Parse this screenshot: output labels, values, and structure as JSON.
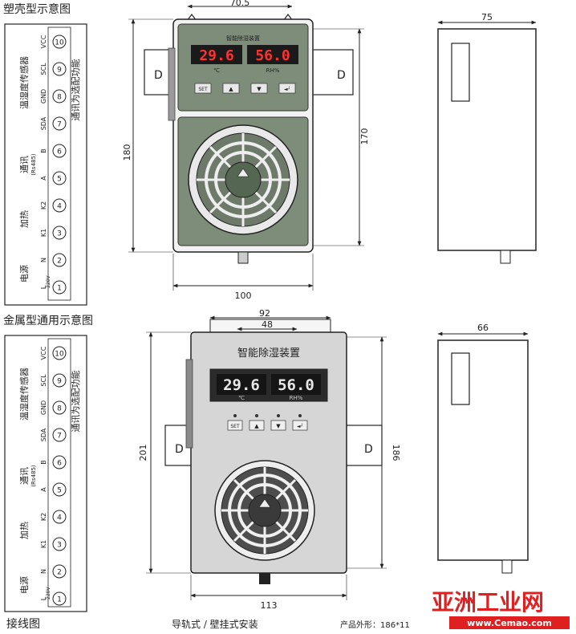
{
  "titles": {
    "plastic": "塑壳型示意图",
    "metal": "金属型通用示意图",
    "wiring": "接线图",
    "footer_mount": "导轨式 / 壁挂式安装",
    "footer_size": "产品外形：186*11",
    "watermark_logo": "亚洲工业网",
    "watermark_url": "www.Cemao.com"
  },
  "terminals": {
    "pins": [
      "1",
      "2",
      "3",
      "4",
      "5",
      "6",
      "7",
      "8",
      "9",
      "10"
    ],
    "signals": [
      "L",
      "N",
      "K1",
      "K2",
      "A",
      "B",
      "SDA",
      "GND",
      "SCL",
      "VCC"
    ],
    "groups": {
      "power": "电源",
      "heat": "加热",
      "comm": "通讯",
      "rs485": "(Rs485)",
      "sensor": "温湿度传感器",
      "note": "通讯为选配功能",
      "voltage": "220V"
    }
  },
  "plastic": {
    "dims": {
      "top": "70.5",
      "height": "180",
      "inner": "170",
      "width": "100",
      "side": "75"
    },
    "panel_title": "智能除湿装置",
    "temp": "29.6",
    "hum": "56.0",
    "temp_unit": "℃",
    "hum_unit": "RH%",
    "buttons": [
      "SET",
      "▲",
      "▼",
      "◄┘"
    ],
    "rail_marks": [
      "D",
      "D"
    ]
  },
  "metal": {
    "dims": {
      "top": "92",
      "top_inner": "48",
      "height": "201",
      "inner": "186",
      "width": "113",
      "side": "66"
    },
    "panel_title": "智能除湿装置",
    "temp": "29.6",
    "hum": "56.0",
    "temp_unit": "℃",
    "hum_unit": "RH%",
    "buttons": [
      "SET",
      "▲",
      "▼",
      "◄┘"
    ],
    "rail_marks": [
      "D",
      "D"
    ]
  }
}
